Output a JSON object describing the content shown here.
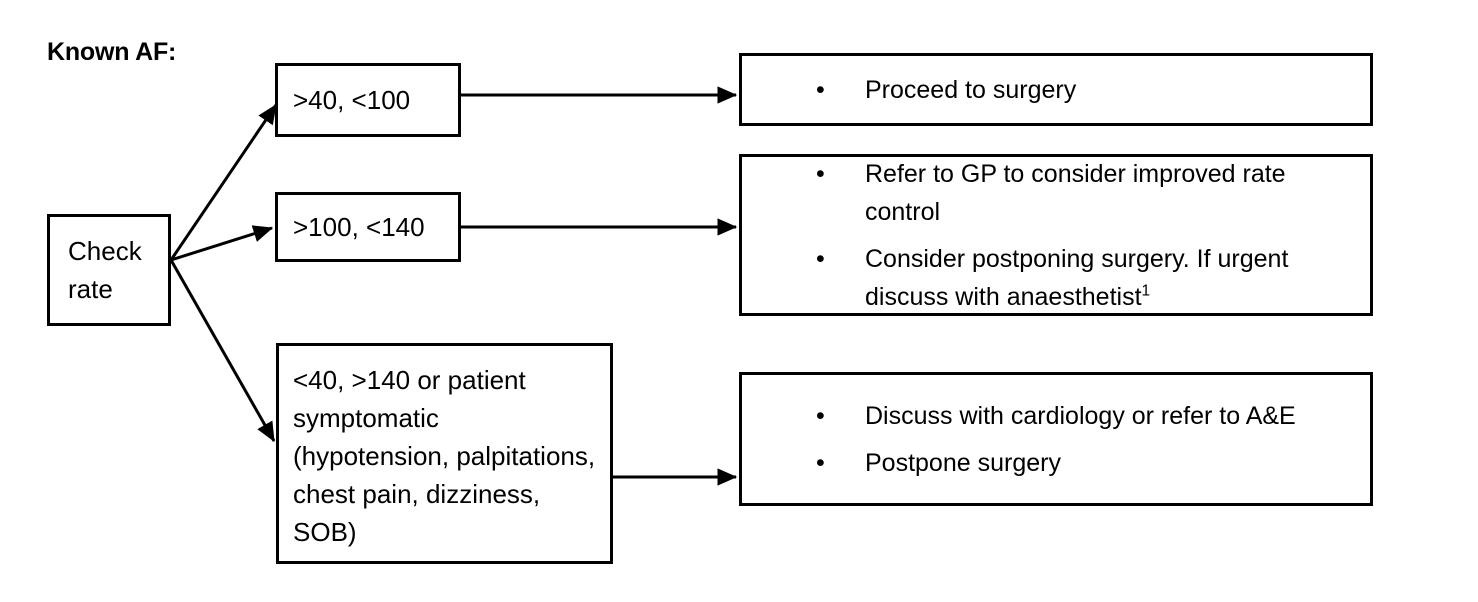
{
  "diagram": {
    "title": "Known AF:",
    "start_node": {
      "id": "check-rate",
      "label": "Check rate"
    },
    "criteria_nodes": [
      {
        "id": "rate-1",
        "label": ">40, <100"
      },
      {
        "id": "rate-2",
        "label": ">100, <140"
      },
      {
        "id": "rate-3",
        "label": "<40, >140 or patient symptomatic (hypotension, palpitations, chest pain, dizziness, SOB)"
      }
    ],
    "action_nodes": [
      {
        "id": "action-1",
        "bullets": [
          {
            "text": "Proceed to surgery",
            "superscript": ""
          }
        ]
      },
      {
        "id": "action-2",
        "bullets": [
          {
            "text": "Refer to GP to consider improved rate control",
            "superscript": ""
          },
          {
            "text": "Consider postponing surgery.  If urgent discuss with anaesthetist",
            "superscript": "1"
          }
        ]
      },
      {
        "id": "action-3",
        "bullets": [
          {
            "text": "Discuss with cardiology or refer to A&E",
            "superscript": ""
          },
          {
            "text": "Postpone surgery",
            "superscript": ""
          }
        ]
      }
    ],
    "colors": {
      "stroke": "#000000",
      "background": "#ffffff",
      "text": "#000000"
    }
  }
}
